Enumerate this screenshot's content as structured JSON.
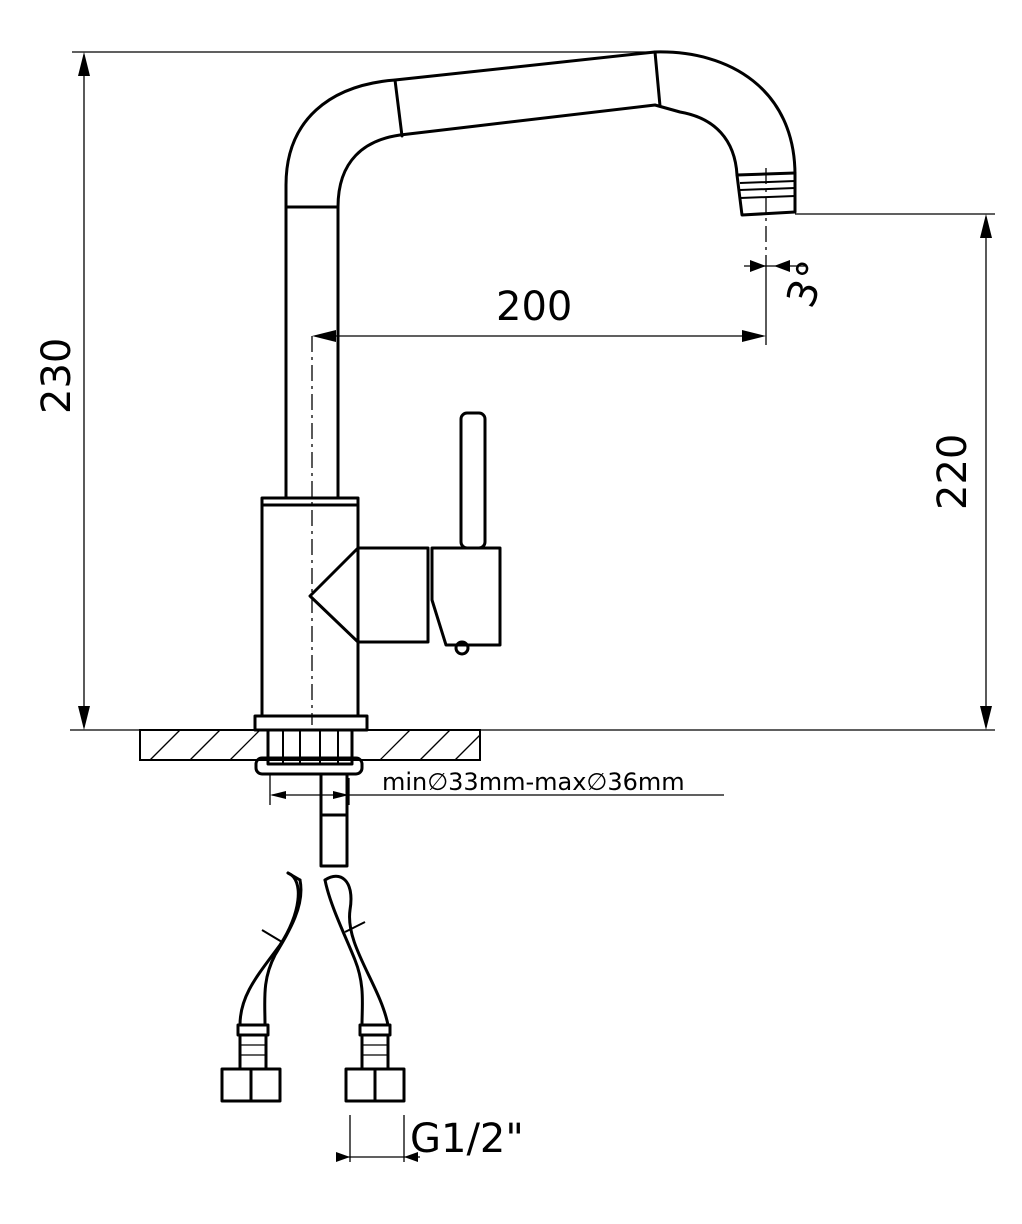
{
  "dimensions": {
    "total_height": "230",
    "spout_height": "220",
    "reach": "200",
    "spray_angle": "3°",
    "hole_diameter": "min∅33mm-max∅36mm",
    "thread": "G1/2\""
  },
  "colors": {
    "line": "#000000",
    "background": "#ffffff"
  }
}
